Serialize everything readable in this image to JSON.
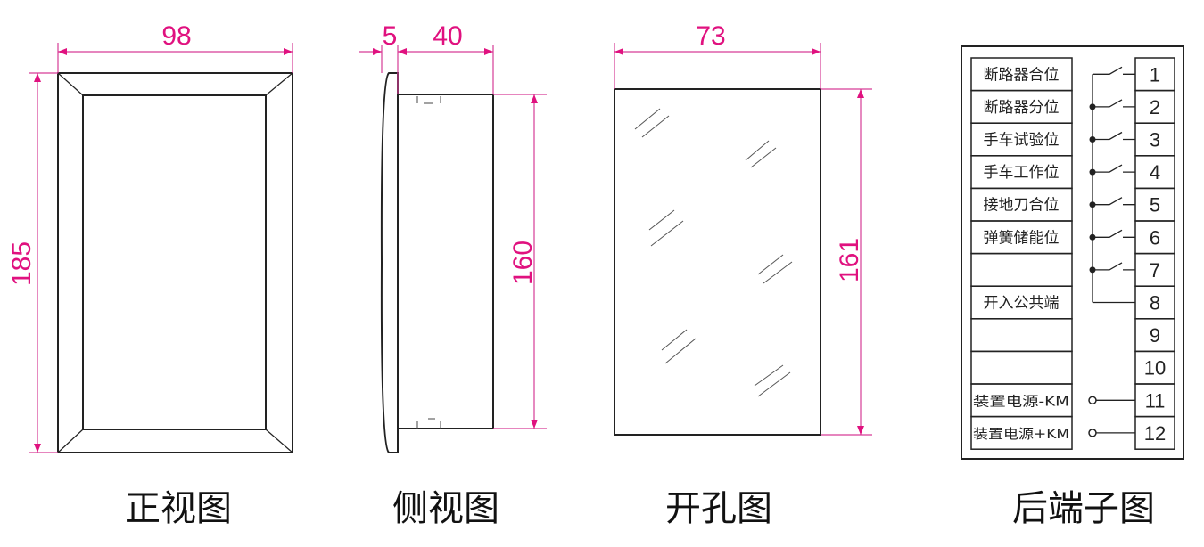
{
  "front_view": {
    "caption": "正视图",
    "width": "98",
    "height": "185"
  },
  "side_view": {
    "caption": "侧视图",
    "plate": "5",
    "depth": "40",
    "height": "160"
  },
  "cutout_view": {
    "caption": "开孔图",
    "width": "73",
    "height": "161"
  },
  "terminal_view": {
    "caption": "后端子图",
    "rows": [
      {
        "label": "断路器合位",
        "num": "1"
      },
      {
        "label": "断路器分位",
        "num": "2"
      },
      {
        "label": "手车试验位",
        "num": "3"
      },
      {
        "label": "手车工作位",
        "num": "4"
      },
      {
        "label": "接地刀合位",
        "num": "5"
      },
      {
        "label": "弹簧储能位",
        "num": "6"
      },
      {
        "label": "",
        "num": "7"
      },
      {
        "label": "开入公共端",
        "num": "8"
      },
      {
        "label": "",
        "num": "9"
      },
      {
        "label": "",
        "num": "10"
      },
      {
        "label": "装置电源-KM",
        "num": "11"
      },
      {
        "label": "装置电源+KM",
        "num": "12"
      }
    ]
  },
  "colors": {
    "dimension": "#e0117f",
    "line": "#222222"
  }
}
